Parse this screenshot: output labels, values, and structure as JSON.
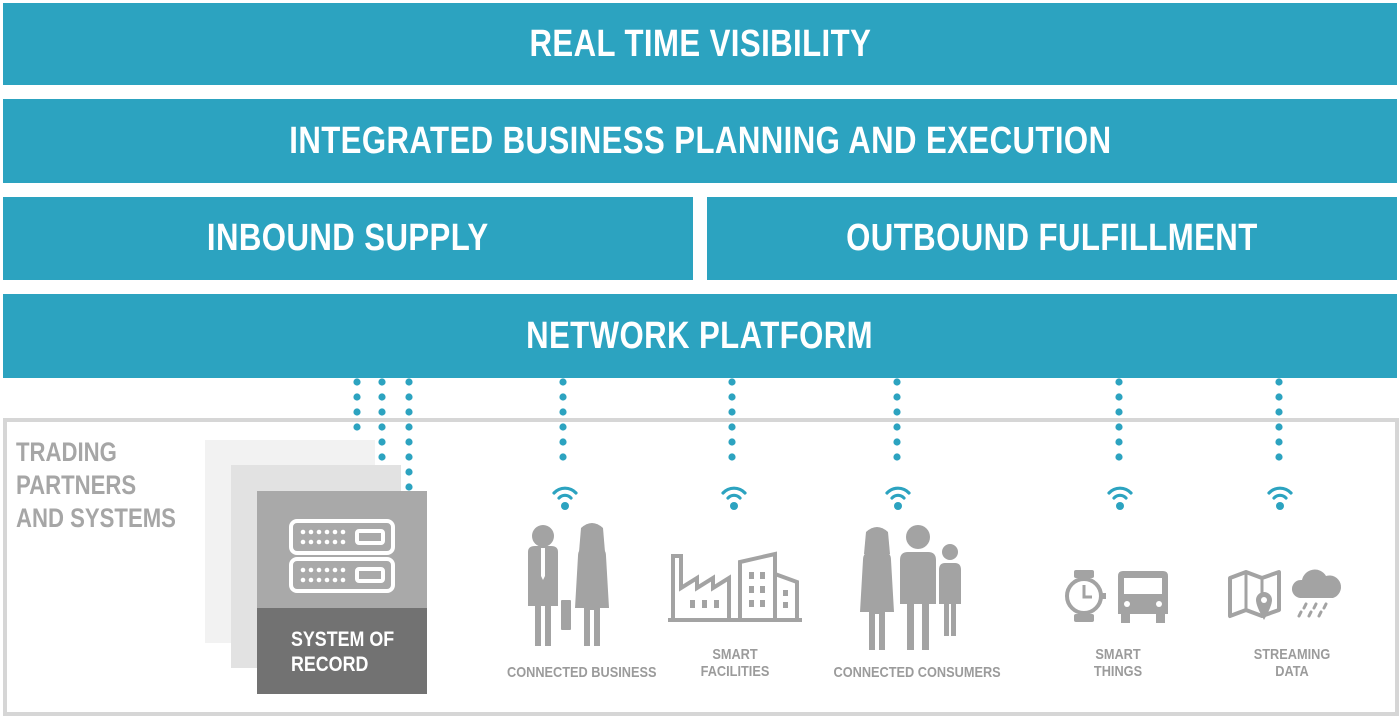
{
  "layers": {
    "real_time_visibility": "REAL TIME VISIBILITY",
    "integrated_planning": "INTEGRATED BUSINESS PLANNING AND EXECUTION",
    "inbound_supply": "INBOUND SUPPLY",
    "outbound_fulfillment": "OUTBOUND FULFILLMENT",
    "network_platform": "NETWORK PLATFORM"
  },
  "panel": {
    "title_lines": [
      "TRADING",
      "PARTNERS",
      "AND SYSTEMS"
    ],
    "system_of_record_lines": [
      "SYSTEM OF",
      "RECORD"
    ]
  },
  "endpoints": [
    {
      "lines": [
        "CONNECTED BUSINESS"
      ],
      "icon": "business-people-icon"
    },
    {
      "lines": [
        "SMART",
        "FACILITIES"
      ],
      "icon": "factory-icon"
    },
    {
      "lines": [
        "CONNECTED CONSUMERS"
      ],
      "icon": "family-icon"
    },
    {
      "lines": [
        "SMART",
        "THINGS"
      ],
      "icon": "watch-truck-icon"
    },
    {
      "lines": [
        "STREAMING",
        "DATA"
      ],
      "icon": "map-cloud-icon"
    }
  ],
  "colors": {
    "band": "#2ca3c0",
    "icon_gray": "#a3a3a3",
    "panel_border": "#d6d6d6",
    "caption_gray": "#9b9b9b"
  }
}
